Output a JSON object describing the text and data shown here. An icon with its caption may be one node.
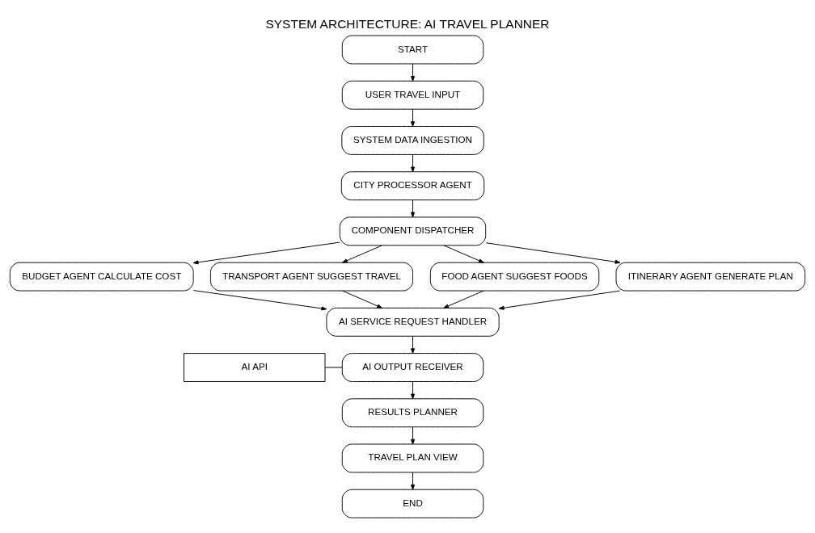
{
  "diagram": {
    "title": "SYSTEM ARCHITECTURE: AI TRAVEL PLANNER",
    "nodes": [
      {
        "text": [
          "START"
        ]
      },
      {
        "text": [
          "USER TRAVEL INPUT"
        ]
      },
      {
        "text": [
          "SYSTEM DATA INGESTION"
        ]
      },
      {
        "text": [
          "CITY PROCESSOR AGENT"
        ]
      },
      {
        "text": [
          "COMPONENT DISPATCHER"
        ]
      },
      {
        "text": [
          "BUDGET AGENT CALCULATE COST"
        ]
      },
      {
        "text": [
          "TRANSPORT AGENT SUGGEST TRAVEL"
        ]
      },
      {
        "text": [
          "FOOD AGENT SUGGEST FOODS"
        ]
      },
      {
        "text": [
          "ITINERARY AGENT GENERATE PLAN"
        ]
      },
      {
        "text": [
          "AI SERVICE REQUEST HANDLER"
        ]
      },
      {
        "text": [
          "AI API"
        ]
      },
      {
        "text": [
          "AI OUTPUT RECEIVER"
        ]
      },
      {
        "text": [
          "RESULTS PLANNER"
        ]
      },
      {
        "text": [
          "TRAVEL PLAN VIEW"
        ]
      },
      {
        "text": [
          "END"
        ]
      }
    ],
    "edges": [
      {
        "from": 0,
        "to": 1,
        "arrow": "to"
      },
      {
        "from": 1,
        "to": 2,
        "arrow": "to"
      },
      {
        "from": 2,
        "to": 3,
        "arrow": "to"
      },
      {
        "from": 3,
        "to": 4,
        "arrow": "to"
      },
      {
        "from": 4,
        "to": 5,
        "arrow": "to"
      },
      {
        "from": 4,
        "to": 6,
        "arrow": "to"
      },
      {
        "from": 4,
        "to": 7,
        "arrow": "to"
      },
      {
        "from": 4,
        "to": 8,
        "arrow": "to"
      },
      {
        "from": 5,
        "to": 9,
        "arrow": "to"
      },
      {
        "from": 6,
        "to": 9,
        "arrow": "to"
      },
      {
        "from": 7,
        "to": 9,
        "arrow": "to"
      },
      {
        "from": 8,
        "to": 9,
        "arrow": "to"
      },
      {
        "from": 9,
        "to": 11,
        "arrow": "to"
      },
      {
        "from": 10,
        "to": 11,
        "arrow": "none"
      },
      {
        "from": 11,
        "to": 12,
        "arrow": "to"
      },
      {
        "from": 12,
        "to": 13,
        "arrow": "to"
      },
      {
        "from": 13,
        "to": 14,
        "arrow": "to"
      }
    ]
  }
}
